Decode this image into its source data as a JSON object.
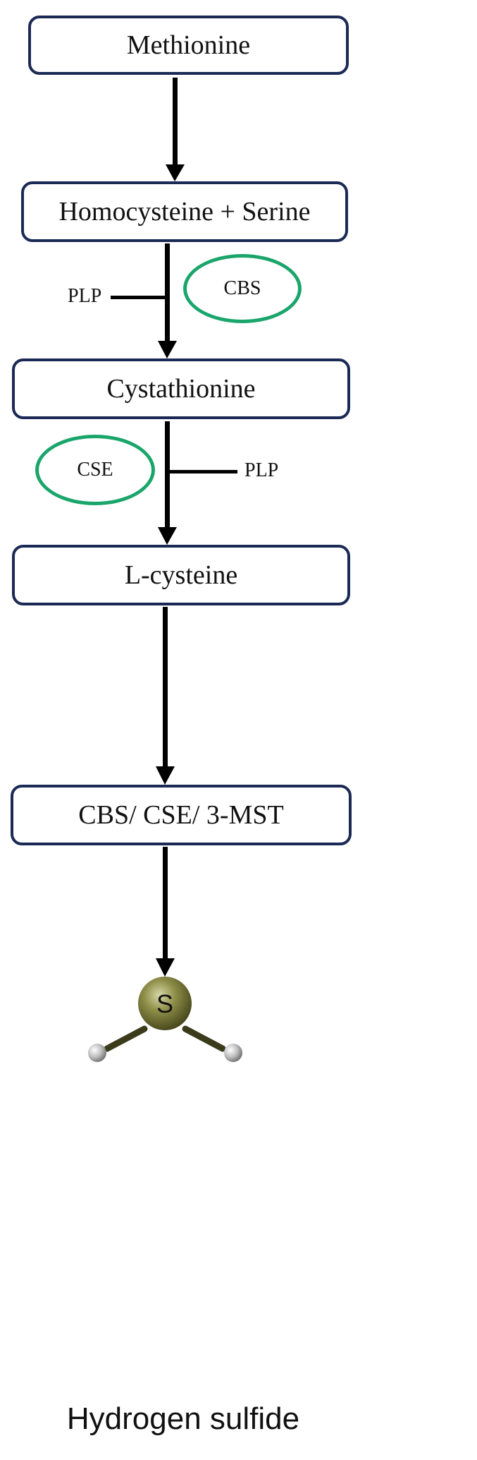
{
  "nodes": {
    "methionine": "Methionine",
    "homocysteine_serine": "Homocysteine + Serine",
    "cystathionine": "Cystathionine",
    "l_cysteine": "L-cysteine",
    "enzymes_final": "CBS/ CSE/ 3-MST"
  },
  "cofactors": {
    "step2": "PLP",
    "step3": "PLP"
  },
  "enzymes": {
    "step2": "CBS",
    "step3": "CSE"
  },
  "molecule": {
    "atom_symbol": "S",
    "caption": "Hydrogen sulfide"
  },
  "colors": {
    "box_border": "#1b2a55",
    "enzyme_ring": "#1aa56b",
    "arrow": "#000000",
    "sulfur_atom": "#7a7a3a",
    "hydrogen_atom": "#bdbdbd"
  }
}
